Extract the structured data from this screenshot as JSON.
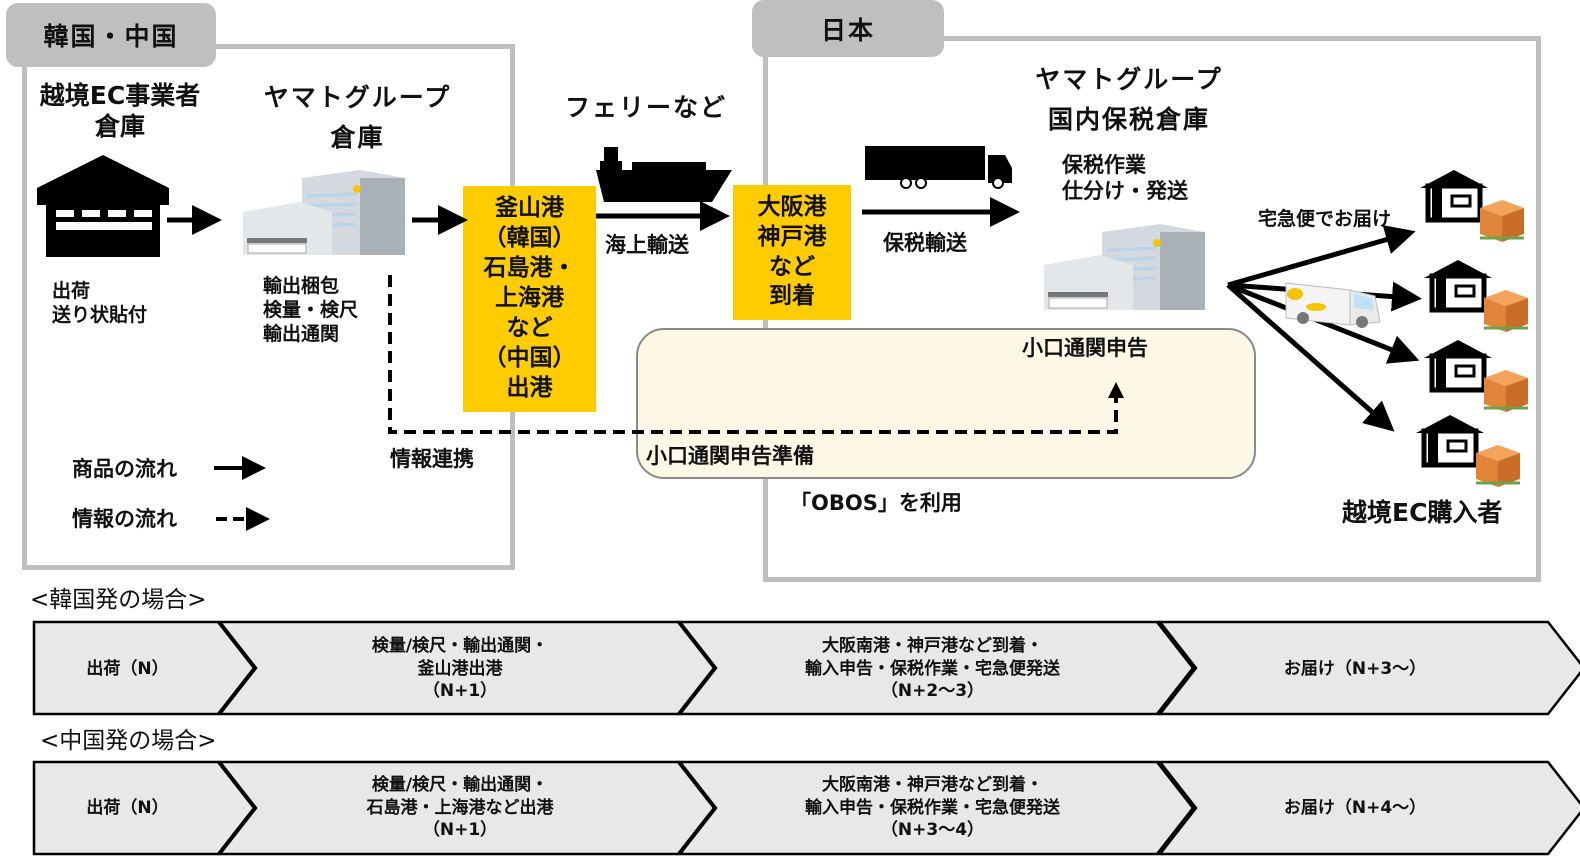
{
  "regions": {
    "korea_china": "韓国・中国",
    "japan": "日本"
  },
  "nodes": {
    "seller_warehouse": {
      "title": "越境EC事業者\n倉庫",
      "note": "出荷\n送り状貼付"
    },
    "yamato_warehouse": {
      "title": "ヤマトグループ\n倉庫",
      "note": "輸出梱包\n検量・検尺\n輸出通関"
    },
    "export_port": "釜山港\n（韓国）\n石島港・\n上海港\nなど\n（中国）\n出港",
    "ferry_label": "フェリーなど",
    "sea_transport": "海上輸送",
    "import_port": "大阪港\n神戸港\nなど\n到着",
    "bonded_transport": "保税輸送",
    "jp_warehouse": {
      "title": "ヤマトグループ\n国内保税倉庫",
      "note": "保税作業\n仕分け・発送"
    },
    "delivery_label": "宅急便でお届け",
    "buyer": "越境EC購入者"
  },
  "info_flow": {
    "link_label": "情報連携",
    "prep_label": "小口通関申告準備",
    "declare_label": "小口通関申告",
    "obos_label": "「OBOS」を利用"
  },
  "legend": {
    "goods_flow": "商品の流れ",
    "info_flow": "情報の流れ"
  },
  "icons": [
    "warehouse-icon",
    "yamato-building-icon",
    "ship-icon",
    "truck-icon",
    "delivery-van-icon",
    "house-icon",
    "package-icon"
  ],
  "colors": {
    "port_highlight": "#ffcc00",
    "region_border": "#bfbfbf",
    "obos_fill": "#fdf8e6",
    "step_fill": "#e8e8e8"
  },
  "timelines": [
    {
      "label": "<韓国発の場合>",
      "steps": [
        "出荷（N）",
        "検量/検尺・輸出通関・\n釜山港出港\n（N+1）",
        "大阪南港・神戸港など到着・\n輸入申告・保税作業・宅急便発送\n（N+2〜3）",
        "お届け（N+3〜）"
      ]
    },
    {
      "label": "<中国発の場合>",
      "steps": [
        "出荷（N）",
        "検量/検尺・輸出通関・\n石島港・上海港など出港\n（N+1）",
        "大阪南港・神戸港など到着・\n輸入申告・保税作業・宅急便発送\n（N+3〜4）",
        "お届け（N+4〜）"
      ]
    }
  ]
}
